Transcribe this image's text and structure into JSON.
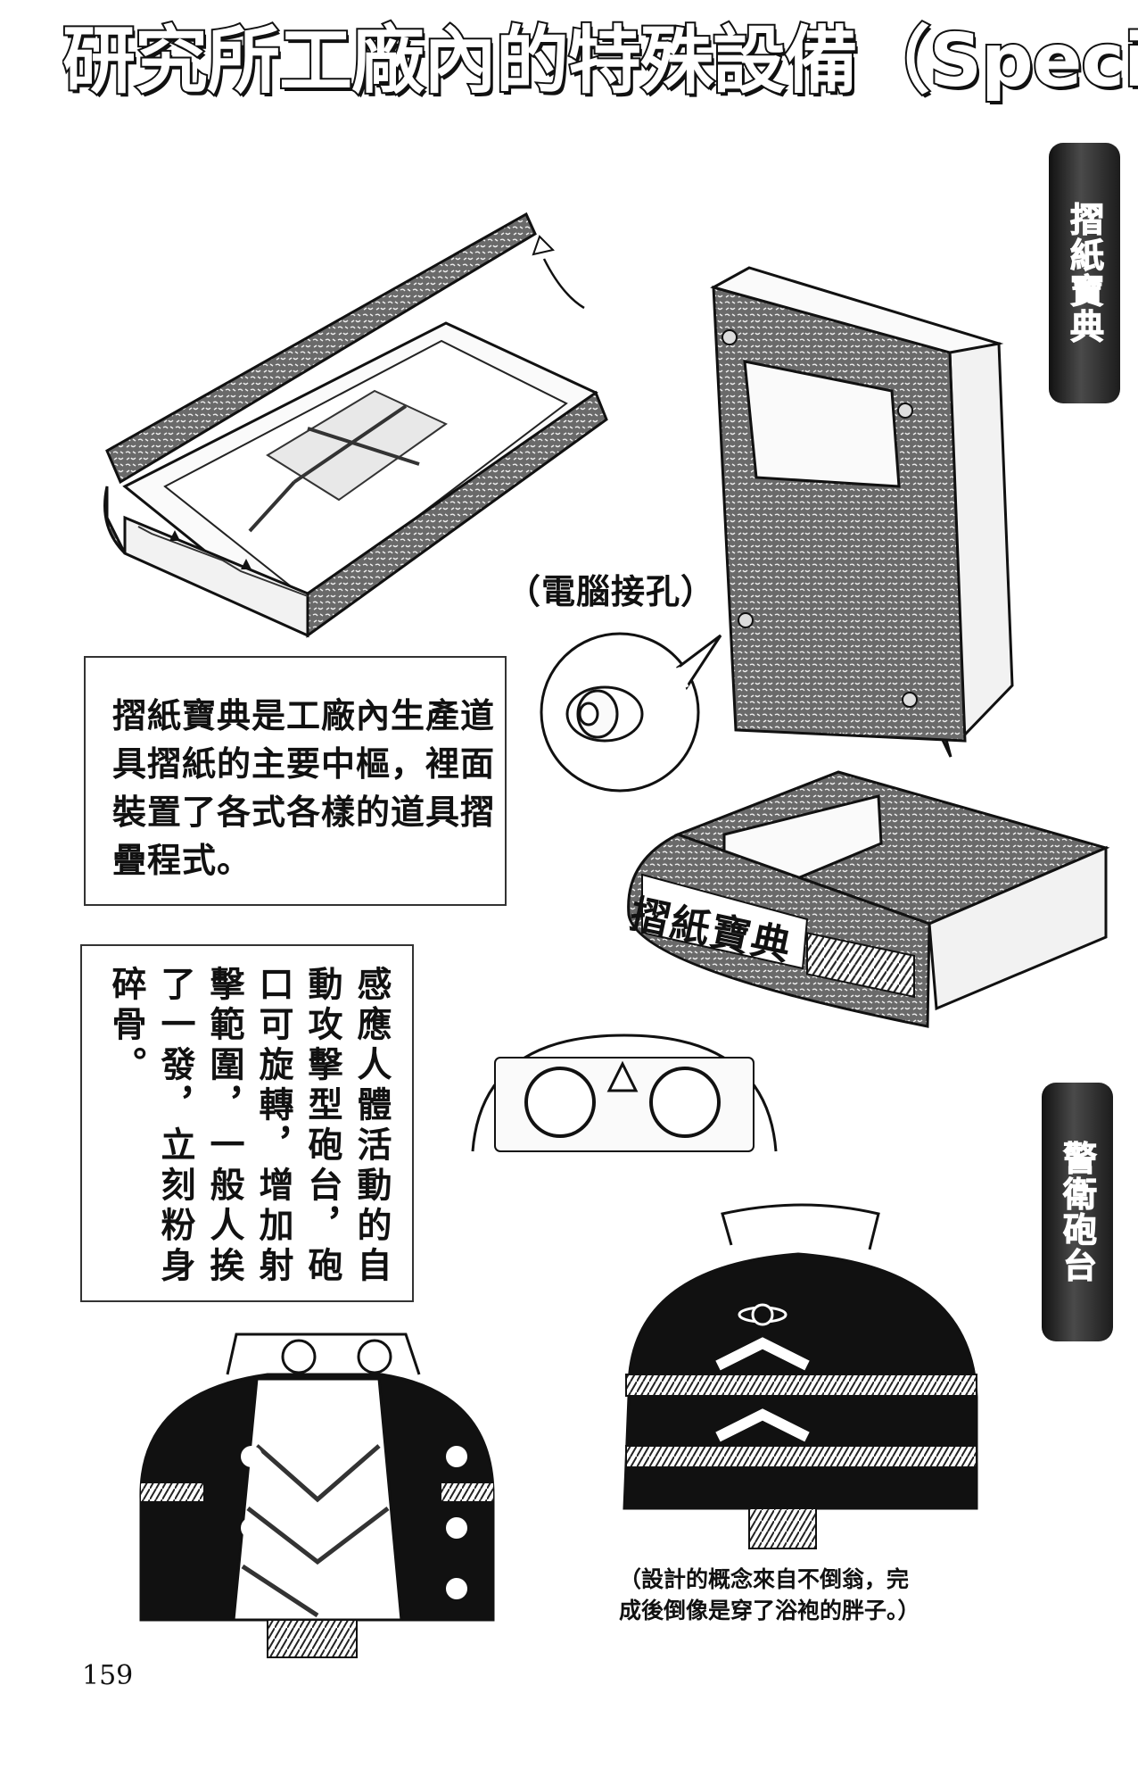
{
  "title": "研究所工廠內的特殊設備（Specil Plant）",
  "tabs": [
    "摺紙寶典",
    "警衛砲台"
  ],
  "jack_label": "（電腦接孔）",
  "book_spine_text": "摺紙寶典",
  "paragraph_1": "摺紙寶典是工廠內生產道具摺紙的主要中樞，裡面裝置了各式各樣的道具摺疊程式。",
  "paragraph_2": "感應人體活動的自動攻擊型砲台，砲口可旋轉，增加射擊範圍，一般人挨了一發，立刻粉身碎骨。",
  "note": "（設計的概念來自不倒翁，完成後倒像是穿了浴袍的胖子。）",
  "page_number": "159"
}
